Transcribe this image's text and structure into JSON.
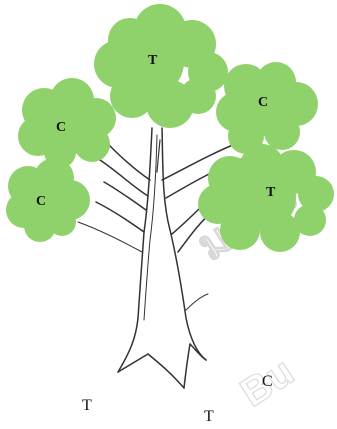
{
  "colors": {
    "foliage": "#8fd16a",
    "foliage_edge": "#7cc357",
    "trunk_line": "#333333",
    "trunk_fill": "#ffffff",
    "watermark": "#d8d8d8"
  },
  "canopy_labels": {
    "top": "T",
    "upper_left": "C",
    "upper_right": "C",
    "lower_left": "C",
    "lower_right": "T"
  },
  "ground_labels": {
    "left": "T",
    "middle": "T",
    "right": "C"
  },
  "watermark": {
    "thai": "มหาวิ",
    "latin": "Bu"
  }
}
